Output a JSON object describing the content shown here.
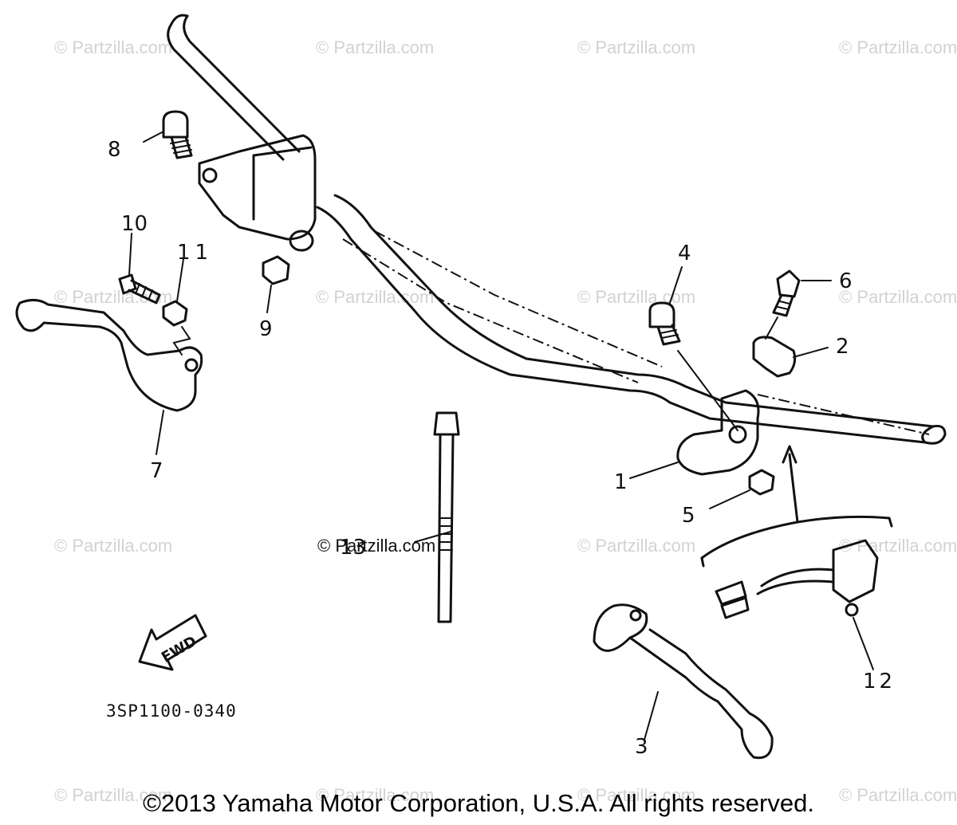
{
  "watermark_text": "© Partzilla.com",
  "callouts": [
    {
      "id": "1",
      "label": "1"
    },
    {
      "id": "2",
      "label": "2"
    },
    {
      "id": "3",
      "label": "3"
    },
    {
      "id": "4",
      "label": "4"
    },
    {
      "id": "5",
      "label": "5"
    },
    {
      "id": "6",
      "label": "6"
    },
    {
      "id": "7",
      "label": "7"
    },
    {
      "id": "8",
      "label": "8"
    },
    {
      "id": "9",
      "label": "9"
    },
    {
      "id": "10",
      "label": "10"
    },
    {
      "id": "11",
      "label": "11"
    },
    {
      "id": "12",
      "label": "12"
    },
    {
      "id": "13",
      "label": "13"
    }
  ],
  "fwd_label": "FWD",
  "diagram_code": "3SP1100-0340",
  "copyright": "©2013 Yamaha Motor Corporation, U.S.A. All rights reserved.",
  "colors": {
    "line": "#111111",
    "watermark": "#d2d2d2",
    "background": "#ffffff"
  }
}
